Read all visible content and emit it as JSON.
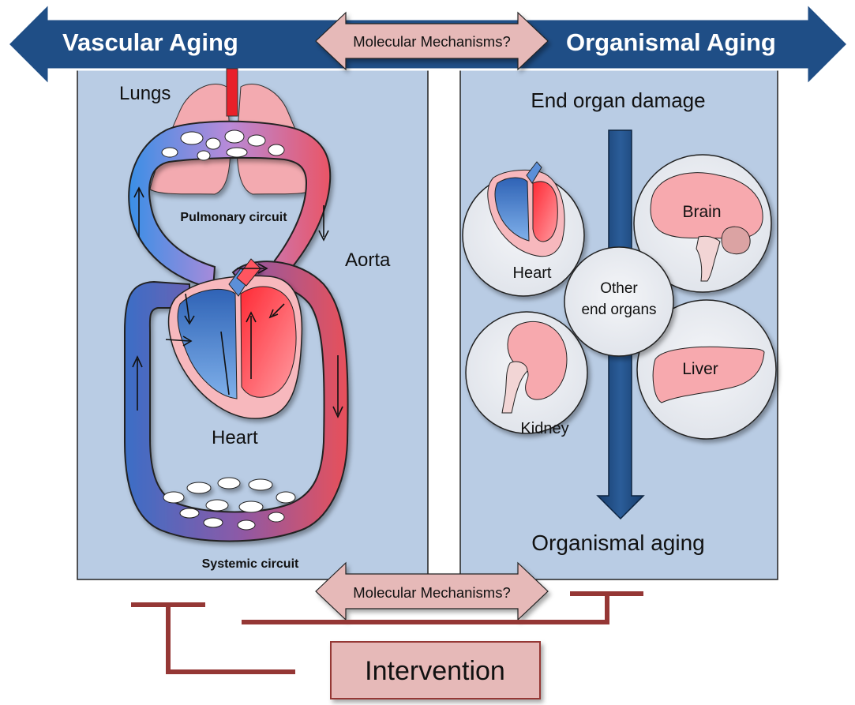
{
  "header": {
    "left_label": "Vascular Aging",
    "right_label": "Organismal Aging",
    "top_mechanism": "Molecular Mechanisms?"
  },
  "vascular": {
    "lungs": "Lungs",
    "pulmonary_circuit": "Pulmonary circuit",
    "aorta": "Aorta",
    "heart": "Heart",
    "systemic_circuit": "Systemic circuit"
  },
  "organismal": {
    "end_organ_damage": "End organ damage",
    "heart": "Heart",
    "brain": "Brain",
    "other_line1": "Other",
    "other_line2": "end organs",
    "kidney": "Kidney",
    "liver": "Liver",
    "organismal_aging": "Organismal aging"
  },
  "bottom": {
    "mechanism": "Molecular Mechanisms?",
    "intervention": "Intervention"
  },
  "colors": {
    "header_arrow": "#1f4e86",
    "panel_fill": "#b9cce4",
    "mechanism_fill": "#e6b9b8",
    "intervention_fill": "#e6b9b8",
    "bracket": "#953735",
    "oxygenated": "#e84a55",
    "deoxygenated": "#3c6fc4"
  }
}
